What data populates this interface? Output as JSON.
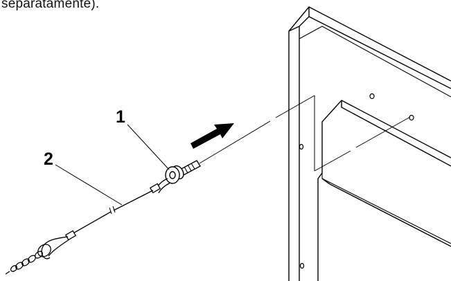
{
  "caption": {
    "text": "separatamente)."
  },
  "callouts": [
    {
      "label": "1",
      "target": "cable-eye-bolt"
    },
    {
      "label": "2",
      "target": "safety-wire"
    }
  ],
  "colors": {
    "ink": "#000000",
    "background": "#ffffff",
    "arrow": "#000000"
  }
}
